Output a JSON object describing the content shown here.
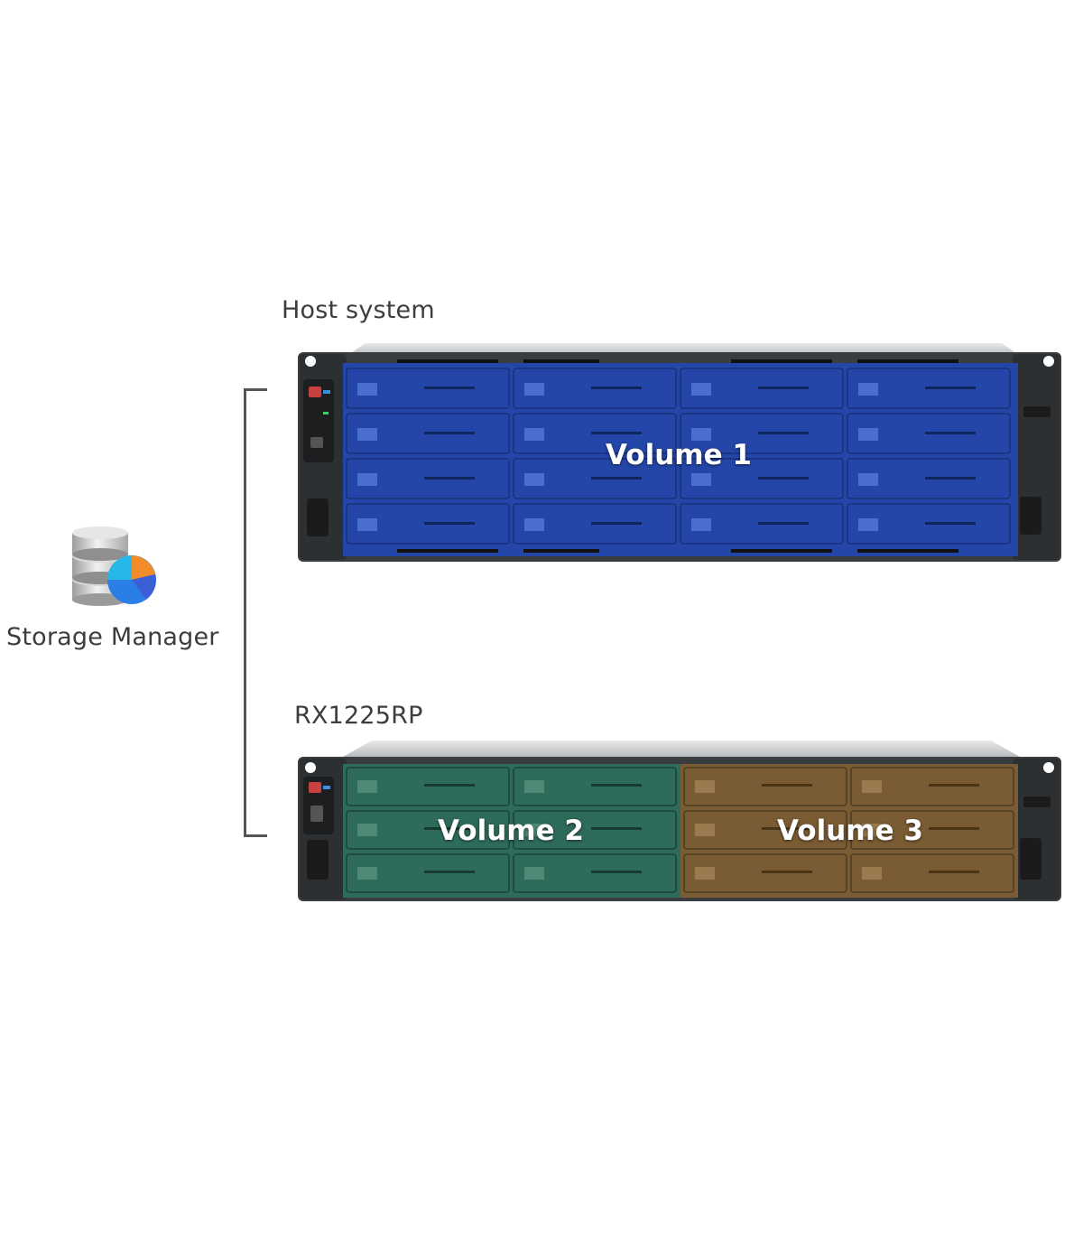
{
  "host": {
    "label": "Host system",
    "volume": "Volume 1",
    "color": "#2446a8",
    "bays": {
      "columns": 4,
      "rows": 4
    }
  },
  "expansion": {
    "label": "RX1225RP",
    "bays": {
      "columns": 4,
      "rows": 3
    },
    "volumes": [
      {
        "name": "Volume 2",
        "color": "#2f6b5a",
        "columns": 2
      },
      {
        "name": "Volume 3",
        "color": "#7a5c34",
        "columns": 2
      }
    ]
  },
  "app": {
    "label": "Storage Manager",
    "icon": "database-pie-icon"
  },
  "colors": {
    "chassis": "#3a3d40",
    "text": "#3d3d3d",
    "bracket": "#555555"
  }
}
